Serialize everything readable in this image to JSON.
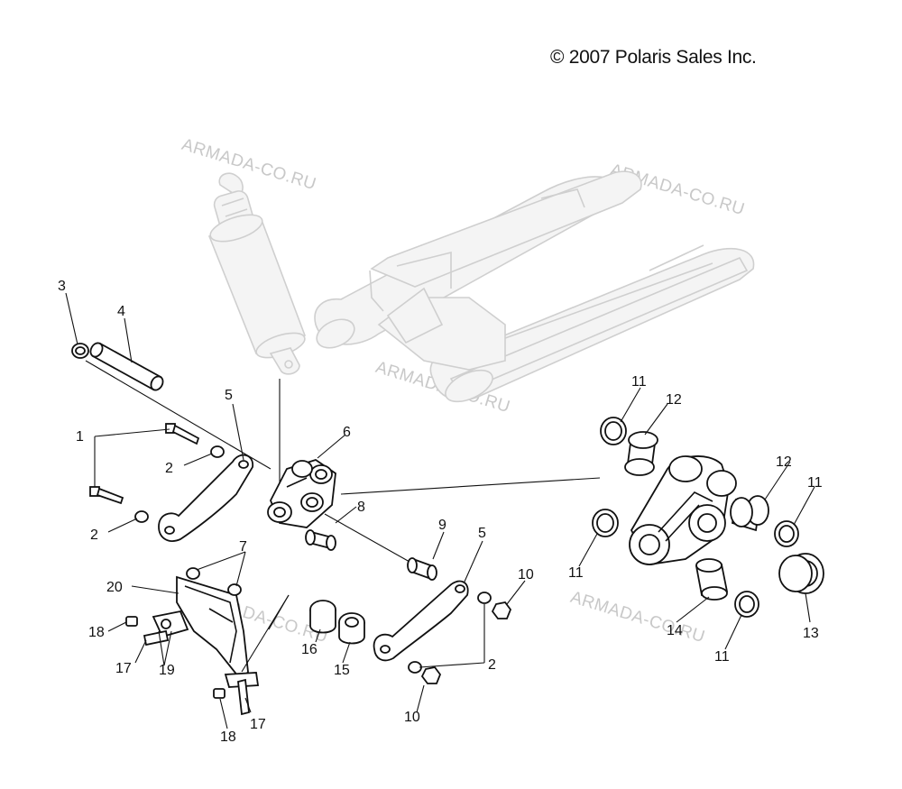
{
  "copyright": "© 2007 Polaris Sales Inc.",
  "watermark": "ARMADA-CO.RU",
  "callouts": [
    "1",
    "2",
    "2",
    "2",
    "3",
    "4",
    "5",
    "5",
    "6",
    "7",
    "8",
    "9",
    "10",
    "10",
    "11",
    "11",
    "11",
    "11",
    "12",
    "12",
    "13",
    "14",
    "15",
    "16",
    "17",
    "17",
    "18",
    "18",
    "19",
    "20"
  ],
  "icons": {
    "shock": "rear-shock-absorber-icon",
    "swingarm": "swingarm-icon",
    "rocker": "rocker-arm-icon",
    "bracket": "linkage-bracket-icon"
  }
}
